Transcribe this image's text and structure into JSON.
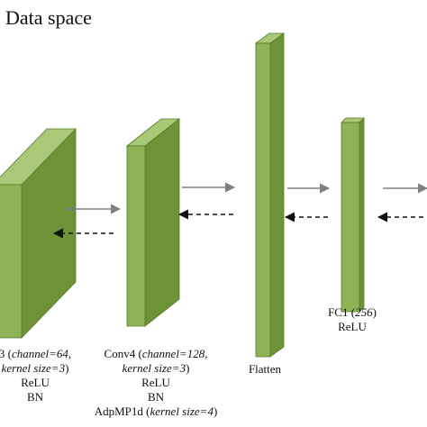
{
  "title": "Data space",
  "colors": {
    "block_front": "#8db356",
    "block_side": "#6d9237",
    "block_top": "#a9c878",
    "block_stroke": "#567a28",
    "forward_arrow": "#808080",
    "backward_arrow": "#111111"
  },
  "layers": [
    {
      "id": "conv3",
      "label_lines": [
        {
          "parts": [
            {
              "text": "3 (",
              "italic": false
            },
            {
              "text": "channel=64",
              "italic": true
            },
            {
              "text": ",",
              "italic": false
            }
          ]
        },
        {
          "parts": [
            {
              "text": "kernel size=3",
              "italic": true
            },
            {
              "text": ")",
              "italic": false
            }
          ]
        },
        {
          "parts": [
            {
              "text": "ReLU",
              "italic": false
            }
          ]
        },
        {
          "parts": [
            {
              "text": "BN",
              "italic": false
            }
          ]
        }
      ]
    },
    {
      "id": "conv4",
      "label_lines": [
        {
          "parts": [
            {
              "text": "Conv4 (",
              "italic": false
            },
            {
              "text": "channel=128",
              "italic": true
            },
            {
              "text": ",",
              "italic": false
            }
          ]
        },
        {
          "parts": [
            {
              "text": "kernel size=3",
              "italic": true
            },
            {
              "text": ")",
              "italic": false
            }
          ]
        },
        {
          "parts": [
            {
              "text": "ReLU",
              "italic": false
            }
          ]
        },
        {
          "parts": [
            {
              "text": "BN",
              "italic": false
            }
          ]
        },
        {
          "parts": [
            {
              "text": "AdpMP1d (",
              "italic": false
            },
            {
              "text": "kernel size=4",
              "italic": true
            },
            {
              "text": ")",
              "italic": false
            }
          ]
        }
      ]
    },
    {
      "id": "flatten",
      "label_lines": [
        {
          "parts": [
            {
              "text": "Flatten",
              "italic": false
            }
          ]
        }
      ]
    },
    {
      "id": "fc1",
      "label_lines": [
        {
          "parts": [
            {
              "text": "FC1 (",
              "italic": false
            },
            {
              "text": "256",
              "italic": true
            },
            {
              "text": ")",
              "italic": false
            }
          ]
        },
        {
          "parts": [
            {
              "text": "ReLU",
              "italic": false
            }
          ]
        }
      ]
    }
  ],
  "connections": [
    {
      "forward": "solid",
      "backward": "dashed"
    },
    {
      "forward": "solid",
      "backward": "dashed"
    },
    {
      "forward": "solid",
      "backward": "dashed"
    },
    {
      "forward": "solid",
      "backward": "dashed"
    }
  ]
}
